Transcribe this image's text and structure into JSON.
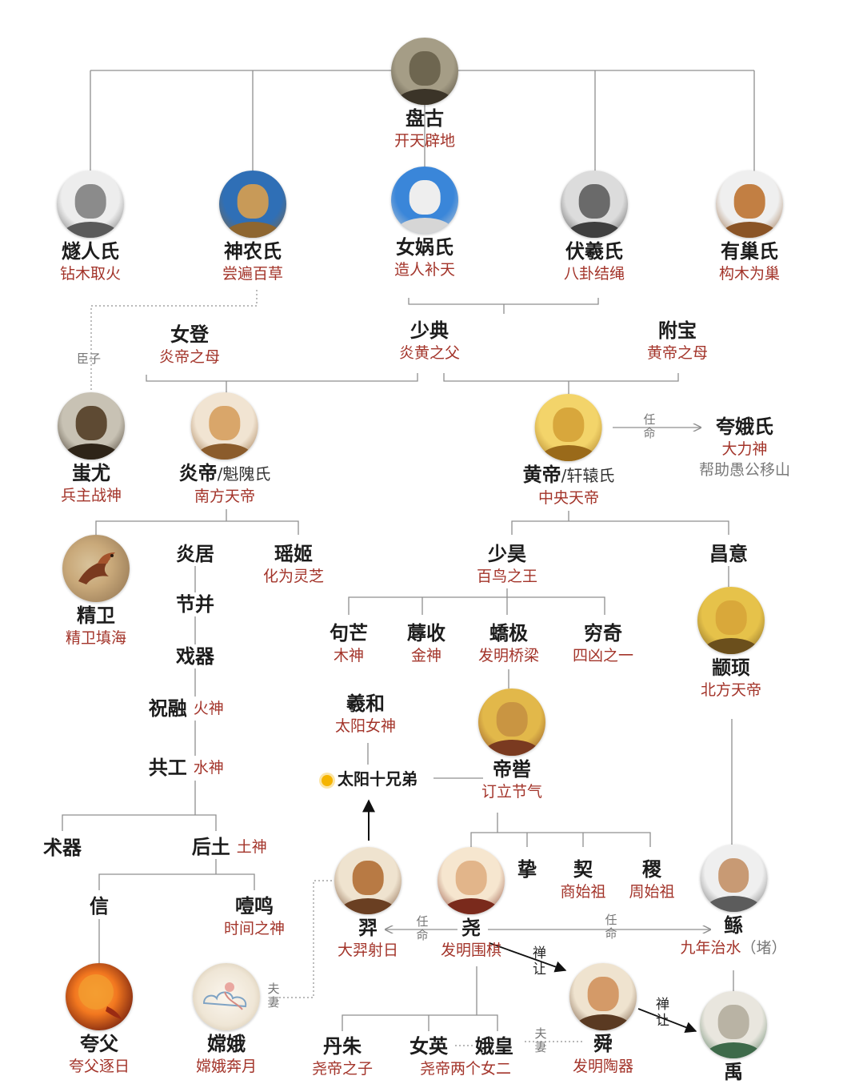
{
  "nodes": {
    "pangu": {
      "name": "盘古",
      "desc": "开天辟地",
      "colors": [
        "#6e6650",
        "#3b3428",
        "#a59d86"
      ]
    },
    "suiren": {
      "name": "燧人氏",
      "desc": "钻木取火",
      "colors": [
        "#8b8b8b",
        "#5a5a5a",
        "#ededed"
      ]
    },
    "shennong": {
      "name": "神农氏",
      "desc": "尝遍百草",
      "colors": [
        "#c89a58",
        "#8e6630",
        "#2f6fb6"
      ]
    },
    "nuwa": {
      "name": "女娲氏",
      "desc": "造人补天",
      "colors": [
        "#eeeeee",
        "#d6d6d6",
        "#3a86d9"
      ]
    },
    "fuxi": {
      "name": "伏羲氏",
      "desc": "八卦结绳",
      "colors": [
        "#6a6a6a",
        "#3f3f3f",
        "#dcdcdc"
      ]
    },
    "youchao": {
      "name": "有巢氏",
      "desc": "构木为巢",
      "colors": [
        "#c27f43",
        "#8a5426",
        "#efefef"
      ]
    },
    "nvdeng": {
      "name": "女登",
      "desc": "炎帝之母"
    },
    "shaodian": {
      "name": "少典",
      "desc": "炎黄之父"
    },
    "fubao": {
      "name": "附宝",
      "desc": "黄帝之母"
    },
    "chiyou": {
      "name": "蚩尤",
      "desc": "兵主战神",
      "colors": [
        "#5e4a33",
        "#2e2418",
        "#c8c2b4"
      ]
    },
    "yandi": {
      "name": "炎帝",
      "alt": "/魁隗氏",
      "desc": "南方天帝",
      "colors": [
        "#d9a66a",
        "#8b5c2c",
        "#f1e4d2"
      ]
    },
    "huangdi": {
      "name": "黄帝",
      "alt": "/轩辕氏",
      "desc": "中央天帝",
      "colors": [
        "#d8a73c",
        "#9a6a1a",
        "#f3d46a"
      ]
    },
    "kuae": {
      "name": "夸娥氏",
      "desc1": "大力神",
      "desc2": "帮助愚公移山"
    },
    "jingwei": {
      "name": "精卫",
      "desc": "精卫填海"
    },
    "yanju": {
      "name": "炎居"
    },
    "jiebing": {
      "name": "节并"
    },
    "xiqi": {
      "name": "戏器"
    },
    "zhurong": {
      "name": "祝融",
      "desc": "火神"
    },
    "gonggong": {
      "name": "共工",
      "desc": "水神"
    },
    "yaoji": {
      "name": "瑶姬",
      "desc": "化为灵芝"
    },
    "shaohao": {
      "name": "少昊",
      "desc": "百鸟之王"
    },
    "changyi": {
      "name": "昌意"
    },
    "goumang": {
      "name": "句芒",
      "desc": "木神"
    },
    "rushou": {
      "name": "蓐收",
      "desc": "金神"
    },
    "jiaoji": {
      "name": "蟜极",
      "desc": "发明桥梁"
    },
    "qiongqi": {
      "name": "穷奇",
      "desc": "四凶之一"
    },
    "zhuanxu": {
      "name": "颛顼",
      "desc": "北方天帝",
      "colors": [
        "#d9a83a",
        "#6b4f1c",
        "#e6c24a"
      ]
    },
    "xihe": {
      "name": "羲和",
      "desc": "太阳女神"
    },
    "suns": {
      "name": "太阳十兄弟"
    },
    "diku": {
      "name": "帝喾",
      "desc": "订立节气",
      "colors": [
        "#c99542",
        "#7a3a20",
        "#e2b84a"
      ]
    },
    "shuqi": {
      "name": "术器"
    },
    "houtu": {
      "name": "后土",
      "desc": "土神"
    },
    "xin": {
      "name": "信"
    },
    "yeming": {
      "name": "噎鸣",
      "desc": "时间之神"
    },
    "yi": {
      "name": "羿",
      "desc": "大羿射日",
      "colors": [
        "#b87a44",
        "#6a3f22",
        "#efe3cf"
      ]
    },
    "yao": {
      "name": "尧",
      "desc": "发明围棋",
      "colors": [
        "#e2b58a",
        "#7a2a1c",
        "#f6e6cf"
      ]
    },
    "zhi": {
      "name": "挚"
    },
    "xie": {
      "name": "契",
      "desc": "商始祖"
    },
    "ji": {
      "name": "稷",
      "desc": "周始祖"
    },
    "gun": {
      "name": "鲧",
      "desc": "九年治水",
      "desc2": "（堵）",
      "colors": [
        "#c89a74",
        "#5c5c5c",
        "#efefef"
      ]
    },
    "kuafu": {
      "name": "夸父",
      "desc": "夸父逐日"
    },
    "change": {
      "name": "嫦娥",
      "desc": "嫦娥奔月"
    },
    "danzhu": {
      "name": "丹朱",
      "desc": "尧帝之子"
    },
    "nvying": {
      "name": "女英"
    },
    "ehuang": {
      "name": "娥皇",
      "desc": "尧帝两个女二"
    },
    "shun": {
      "name": "舜",
      "desc": "发明陶器",
      "colors": [
        "#d49a68",
        "#5a3a22",
        "#efe3cf"
      ]
    },
    "yu": {
      "name": "禹",
      "colors": [
        "#b9b3a4",
        "#3e6a4a",
        "#e9e6de"
      ]
    }
  },
  "tags": {
    "minister": "臣子",
    "appoint": "任命",
    "spouse": "夫妻",
    "abdicate": "禅让"
  }
}
